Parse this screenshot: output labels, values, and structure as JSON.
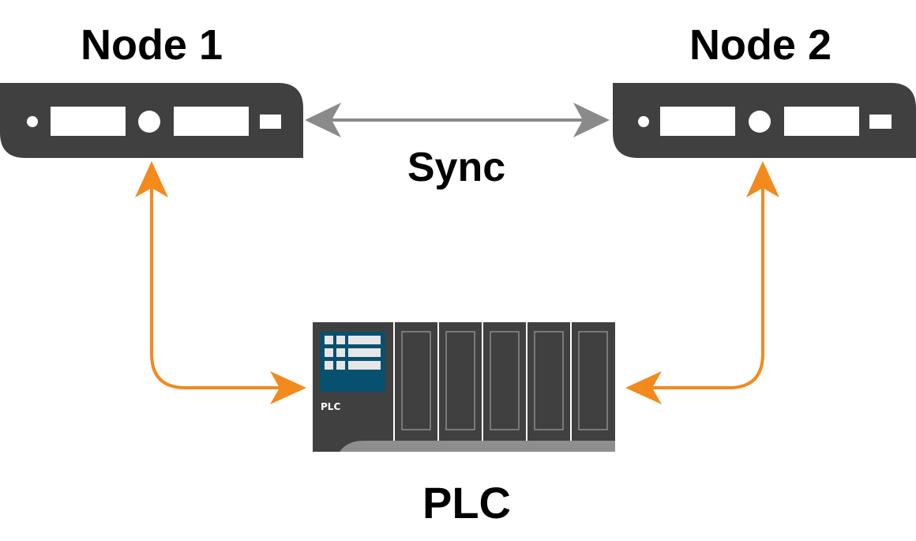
{
  "nodes": [
    {
      "label": "Node 1"
    },
    {
      "label": "Node 2"
    }
  ],
  "sync": {
    "label": "Sync"
  },
  "plc": {
    "label": "PLC",
    "badge": "PLC"
  },
  "colors": {
    "device_body": "#404040",
    "device_port": "#ffffff",
    "sync_arrow": "#8a8a8a",
    "link_arrow": "#f28a1e",
    "plc_screen": "#08506f",
    "plc_slot_border": "#8c8c8c",
    "plc_base": "#8e8e8e",
    "text": "#000000"
  },
  "icons": {
    "node": "server-icon",
    "plc": "plc-icon"
  }
}
